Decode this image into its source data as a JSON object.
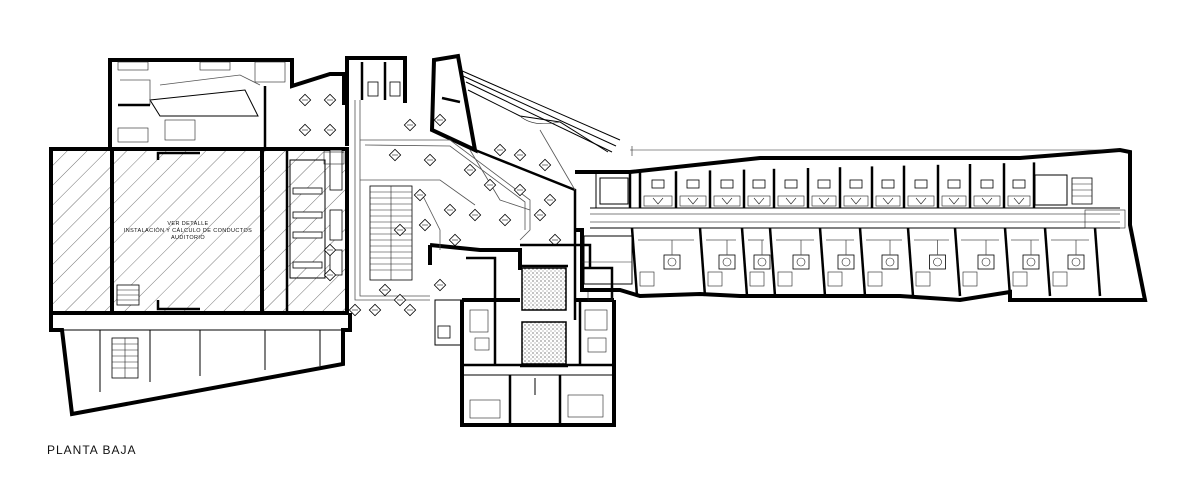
{
  "drawing": {
    "title": "PLANTA BAJA",
    "auditorium_note": [
      "VER DETALLE",
      "INSTALACIÓN Y CÁLCULO DE CONDUCTOS",
      "AUDITORIO"
    ]
  },
  "colors": {
    "background": "#ffffff",
    "linework": "#000000"
  },
  "icons": {
    "stair": "stair-icon",
    "elevator": "elevator-icon",
    "diffuser": "diffuser-icon",
    "fan_coil": "fan-coil-icon"
  }
}
